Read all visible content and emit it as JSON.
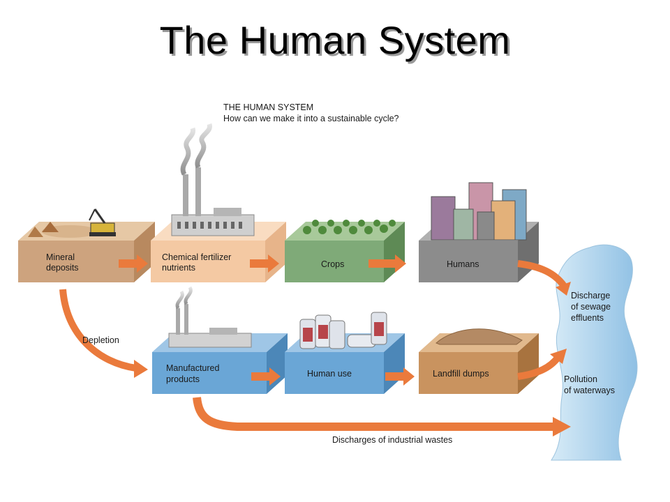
{
  "title": "The Human System",
  "caption": {
    "heading": "THE HUMAN SYSTEM",
    "question": "How can we make it into a sustainable cycle?"
  },
  "colors": {
    "mineral": "#cda37e",
    "chemical": "#f4c9a3",
    "crops": "#7faa78",
    "humans": "#8c8c8c",
    "blue_box": "#6aa6d6",
    "landfill": "#c9935f",
    "arrow": "#ea7a3c",
    "water": "#9cc8e8"
  },
  "boxes": {
    "mineral_line1": "Mineral",
    "mineral_line2": "deposits",
    "chemical_line1": "Chemical fertilizer",
    "chemical_line2": "nutrients",
    "crops": "Crops",
    "humans": "Humans",
    "manufactured_line1": "Manufactured",
    "manufactured_line2": "products",
    "human_use": "Human use",
    "landfill": "Landfill dumps"
  },
  "labels": {
    "depletion": "Depletion",
    "sewage_line1": "Discharge",
    "sewage_line2": "of sewage",
    "sewage_line3": "effluents",
    "pollution_line1": "Pollution",
    "pollution_line2": "of waterways",
    "industrial": "Discharges of industrial wastes"
  },
  "icons": [
    "mining-excavator-icon",
    "factory-icon",
    "crop-plants-icon",
    "city-buildings-icon",
    "canister-icon",
    "garbage-pile-icon",
    "river-icon"
  ]
}
